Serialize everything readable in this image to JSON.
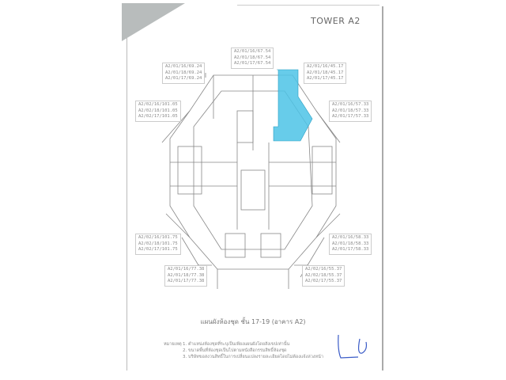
{
  "header": {
    "tower": "TOWER A2"
  },
  "unit_labels": {
    "top_center": [
      "A2/01/16/67.54",
      "A2/01/18/67.54",
      "A2/01/17/67.54"
    ],
    "top_left": [
      "A2/01/16/69.24",
      "A2/01/18/69.24",
      "A2/01/17/69.24"
    ],
    "top_right_highlighted": [
      "A2/01/16/45.17",
      "A2/01/18/45.17",
      "A2/01/17/45.17"
    ],
    "right_upper": [
      "A2/01/16/57.33",
      "A2/01/18/57.33",
      "A2/01/17/57.33"
    ],
    "left_upper": [
      "A2/02/16/101.05",
      "A2/02/18/101.05",
      "A2/02/17/101.05"
    ],
    "left_lower": [
      "A2/02/16/101.75",
      "A2/02/18/101.75",
      "A2/02/17/101.75"
    ],
    "right_lower": [
      "A2/01/16/58.33",
      "A2/01/18/58.33",
      "A2/01/17/58.33"
    ],
    "bottom_left": [
      "A2/01/16/77.38",
      "A2/01/18/77.38",
      "A2/01/17/77.38"
    ],
    "bottom_right": [
      "A2/02/16/55.37",
      "A2/02/18/55.37",
      "A2/02/17/55.37"
    ]
  },
  "plan_title": "แผนผังห้องชุด ชั้น 17-19 (อาคาร A2)",
  "notes": {
    "heading": "หมายเหตุ",
    "lines": [
      "1. ตำแหน่งห้องชุดที่ระบุเป็นเพียงแผนผังโดยสังเขปเท่านั้น",
      "2. ขนาดพื้นที่ห้องชุดเป็นไปตามหนังสือกรรมสิทธิ์ห้องชุด",
      "3. บริษัทขอสงวนสิทธิ์ในการเปลี่ยนแปลงรายละเอียดโดยไม่ต้องแจ้งล่วงหน้า"
    ]
  },
  "colors": {
    "highlight": "#4cc3e6"
  }
}
